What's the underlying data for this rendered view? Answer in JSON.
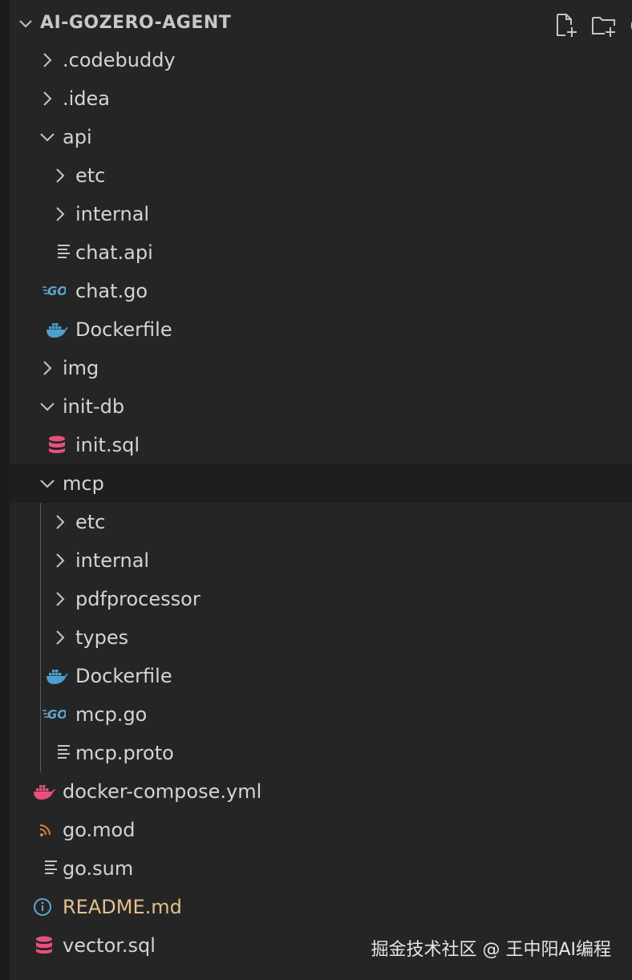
{
  "explorer": {
    "title": "AI-GOZERO-AGENT",
    "actions": [
      {
        "name": "new-file-icon"
      },
      {
        "name": "new-folder-icon"
      },
      {
        "name": "refresh-icon"
      }
    ]
  },
  "tree": [
    {
      "label": ".codebuddy",
      "kind": "folder",
      "expanded": false,
      "depth": 0
    },
    {
      "label": ".idea",
      "kind": "folder",
      "expanded": false,
      "depth": 0
    },
    {
      "label": "api",
      "kind": "folder",
      "expanded": true,
      "depth": 0
    },
    {
      "label": "etc",
      "kind": "folder",
      "expanded": false,
      "depth": 1
    },
    {
      "label": "internal",
      "kind": "folder",
      "expanded": false,
      "depth": 1
    },
    {
      "label": "chat.api",
      "kind": "file",
      "icon": "lines",
      "depth": 1
    },
    {
      "label": "chat.go",
      "kind": "file",
      "icon": "go",
      "depth": 1
    },
    {
      "label": "Dockerfile",
      "kind": "file",
      "icon": "docker",
      "depth": 1
    },
    {
      "label": "img",
      "kind": "folder",
      "expanded": false,
      "depth": 0
    },
    {
      "label": "init-db",
      "kind": "folder",
      "expanded": true,
      "depth": 0
    },
    {
      "label": "init.sql",
      "kind": "file",
      "icon": "database",
      "depth": 1
    },
    {
      "label": "mcp",
      "kind": "folder",
      "expanded": true,
      "depth": 0,
      "selected": true
    },
    {
      "label": "etc",
      "kind": "folder",
      "expanded": false,
      "depth": 1
    },
    {
      "label": "internal",
      "kind": "folder",
      "expanded": false,
      "depth": 1
    },
    {
      "label": "pdfprocessor",
      "kind": "folder",
      "expanded": false,
      "depth": 1
    },
    {
      "label": "types",
      "kind": "folder",
      "expanded": false,
      "depth": 1
    },
    {
      "label": "Dockerfile",
      "kind": "file",
      "icon": "docker",
      "depth": 1
    },
    {
      "label": "mcp.go",
      "kind": "file",
      "icon": "go",
      "depth": 1
    },
    {
      "label": "mcp.proto",
      "kind": "file",
      "icon": "lines",
      "depth": 1
    },
    {
      "label": "docker-compose.yml",
      "kind": "file",
      "icon": "docker-pink",
      "depth": 0
    },
    {
      "label": "go.mod",
      "kind": "file",
      "icon": "rss",
      "depth": 0
    },
    {
      "label": "go.sum",
      "kind": "file",
      "icon": "lines",
      "depth": 0
    },
    {
      "label": "README.md",
      "kind": "file",
      "icon": "info",
      "depth": 0,
      "color": "#e2c08d"
    },
    {
      "label": "vector.sql",
      "kind": "file",
      "icon": "database",
      "depth": 0
    }
  ],
  "watermark": "掘金技术社区 @ 王中阳AI编程",
  "colors": {
    "background": "#252526",
    "selected_row": "#1e1e1f",
    "text": "#d4d4d4",
    "docker_blue": "#4e9fd1",
    "docker_pink": "#e8507a",
    "database": "#e8507a",
    "go_blue": "#5fa6cc",
    "rss_orange": "#e0803a",
    "info_blue": "#5fa6cc",
    "readme_text": "#e2c08d"
  }
}
